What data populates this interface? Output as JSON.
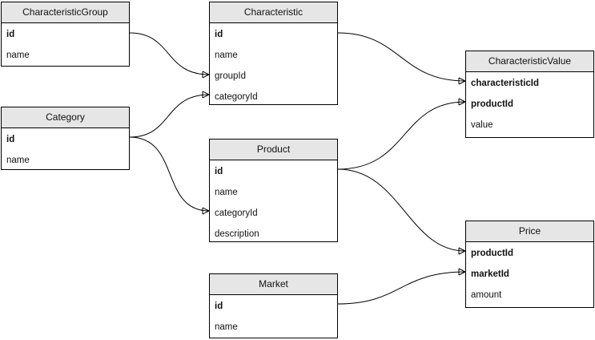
{
  "entities": {
    "characteristicgroup": {
      "title": "CharacteristicGroup",
      "fields": [
        {
          "name": "id",
          "key": true
        },
        {
          "name": "name",
          "key": false
        }
      ]
    },
    "characteristic": {
      "title": "Characteristic",
      "fields": [
        {
          "name": "id",
          "key": true
        },
        {
          "name": "name",
          "key": false
        },
        {
          "name": "groupId",
          "key": false
        },
        {
          "name": "categoryId",
          "key": false
        }
      ]
    },
    "category": {
      "title": "Category",
      "fields": [
        {
          "name": "id",
          "key": true
        },
        {
          "name": "name",
          "key": false
        }
      ]
    },
    "product": {
      "title": "Product",
      "fields": [
        {
          "name": "id",
          "key": true
        },
        {
          "name": "name",
          "key": false
        },
        {
          "name": "categoryId",
          "key": false
        },
        {
          "name": "description",
          "key": false
        }
      ]
    },
    "characteristicvalue": {
      "title": "CharacteristicValue",
      "fields": [
        {
          "name": "characteristicId",
          "key": true
        },
        {
          "name": "productId",
          "key": true
        },
        {
          "name": "value",
          "key": false
        }
      ]
    },
    "price": {
      "title": "Price",
      "fields": [
        {
          "name": "productId",
          "key": true
        },
        {
          "name": "marketId",
          "key": true
        },
        {
          "name": "amount",
          "key": false
        }
      ]
    },
    "market": {
      "title": "Market",
      "fields": [
        {
          "name": "id",
          "key": true
        },
        {
          "name": "name",
          "key": false
        }
      ]
    }
  },
  "relations": [
    {
      "from": "CharacteristicGroup.id",
      "to": "Characteristic.groupId",
      "cardinality": "one-to-many"
    },
    {
      "from": "Category.id",
      "to": "Characteristic.categoryId",
      "cardinality": "one-to-many"
    },
    {
      "from": "Category.id",
      "to": "Product.categoryId",
      "cardinality": "one-to-many"
    },
    {
      "from": "Characteristic.id",
      "to": "CharacteristicValue.characteristicId",
      "cardinality": "one-to-many"
    },
    {
      "from": "Product.id",
      "to": "CharacteristicValue.productId",
      "cardinality": "one-to-many"
    },
    {
      "from": "Product.id",
      "to": "Price.productId",
      "cardinality": "one-to-many"
    },
    {
      "from": "Market.id",
      "to": "Price.marketId",
      "cardinality": "one-to-many"
    }
  ]
}
